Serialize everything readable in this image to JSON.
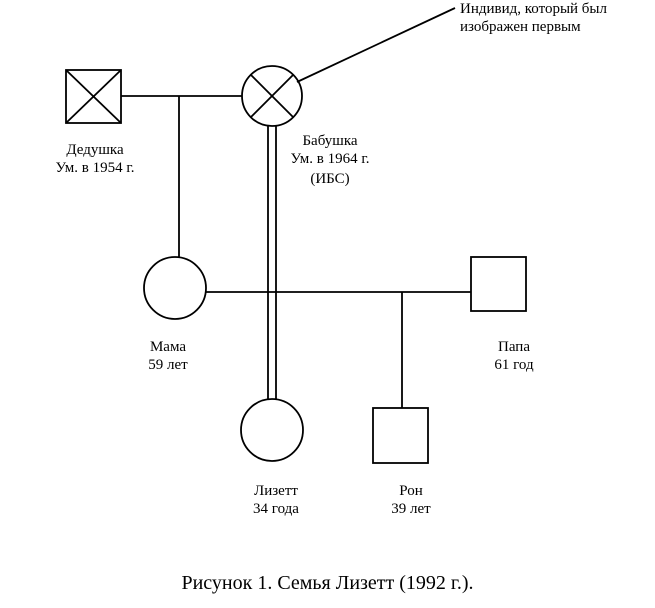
{
  "annotation": {
    "line1": "Индивид, который был",
    "line2": "изображен первым"
  },
  "people": {
    "grandfather": {
      "name": "Дедушка",
      "detail": "Ум. в 1954 г."
    },
    "grandmother": {
      "name": "Бабушка",
      "detail": "Ум. в 1964 г.",
      "note": "(ИБС)"
    },
    "mother": {
      "name": "Мама",
      "age": "59 лет"
    },
    "father": {
      "name": "Папа",
      "age": "61 год"
    },
    "lizett": {
      "name": "Лизетт",
      "age": "34 года"
    },
    "ron": {
      "name": "Рон",
      "age": "39 лет"
    }
  },
  "caption": "Рисунок 1. Семья Лизетт (1992 г.)."
}
